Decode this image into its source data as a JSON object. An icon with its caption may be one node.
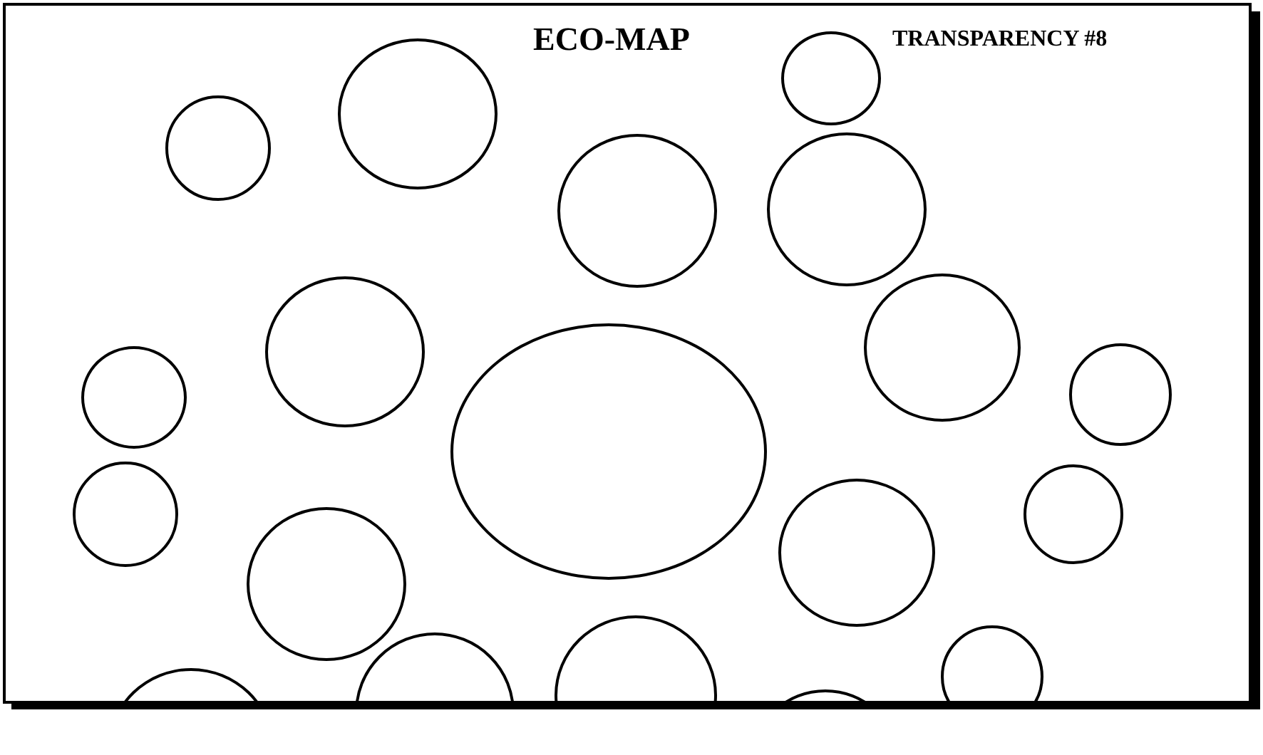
{
  "diagram": {
    "title": "ECO-MAP",
    "nodes": [
      {
        "text": [],
        "shape": "circle"
      },
      {
        "text": [],
        "shape": "circle"
      },
      {
        "text": [],
        "shape": "circle"
      },
      {
        "text": [],
        "shape": "circle"
      },
      {
        "text": [],
        "shape": "circle"
      },
      {
        "text": [],
        "shape": "circle"
      },
      {
        "text": [],
        "shape": "circle"
      },
      {
        "text": [],
        "shape": "circle"
      },
      {
        "text": [],
        "shape": "circle"
      },
      {
        "text": [],
        "shape": "circle"
      },
      {
        "text": [],
        "shape": "circle"
      },
      {
        "text": [],
        "shape": "circle"
      },
      {
        "text": [],
        "shape": "circle"
      },
      {
        "text": [],
        "shape": "circle"
      },
      {
        "text": [],
        "shape": "circle"
      },
      {
        "text": [],
        "shape": "circle"
      },
      {
        "text": [],
        "shape": "circle"
      },
      {
        "text": [],
        "shape": "circle"
      },
      {
        "text": [],
        "shape": "circle"
      }
    ],
    "labels": [
      "TRANSPARENCY #8"
    ]
  }
}
